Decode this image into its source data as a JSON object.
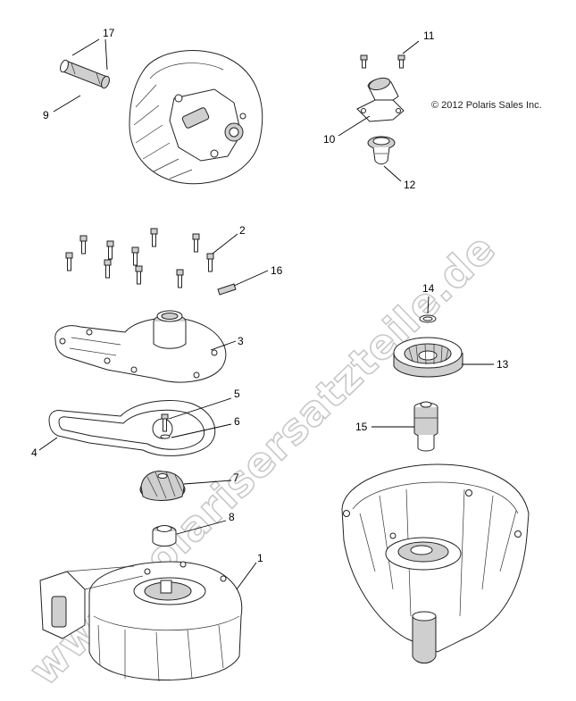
{
  "copyright": "© 2012 Polaris Sales Inc.",
  "watermark": "www.polarisersatzteile.de",
  "callouts": [
    {
      "id": "callout-1",
      "label": "1"
    },
    {
      "id": "callout-2",
      "label": "2"
    },
    {
      "id": "callout-3",
      "label": "3"
    },
    {
      "id": "callout-4",
      "label": "4"
    },
    {
      "id": "callout-5",
      "label": "5"
    },
    {
      "id": "callout-6",
      "label": "6"
    },
    {
      "id": "callout-7",
      "label": "7"
    },
    {
      "id": "callout-8",
      "label": "8"
    },
    {
      "id": "callout-9",
      "label": "9"
    },
    {
      "id": "callout-10",
      "label": "10"
    },
    {
      "id": "callout-11",
      "label": "11"
    },
    {
      "id": "callout-12",
      "label": "12"
    },
    {
      "id": "callout-13",
      "label": "13"
    },
    {
      "id": "callout-14",
      "label": "14"
    },
    {
      "id": "callout-15",
      "label": "15"
    },
    {
      "id": "callout-16",
      "label": "16"
    },
    {
      "id": "callout-17",
      "label": "17"
    }
  ]
}
